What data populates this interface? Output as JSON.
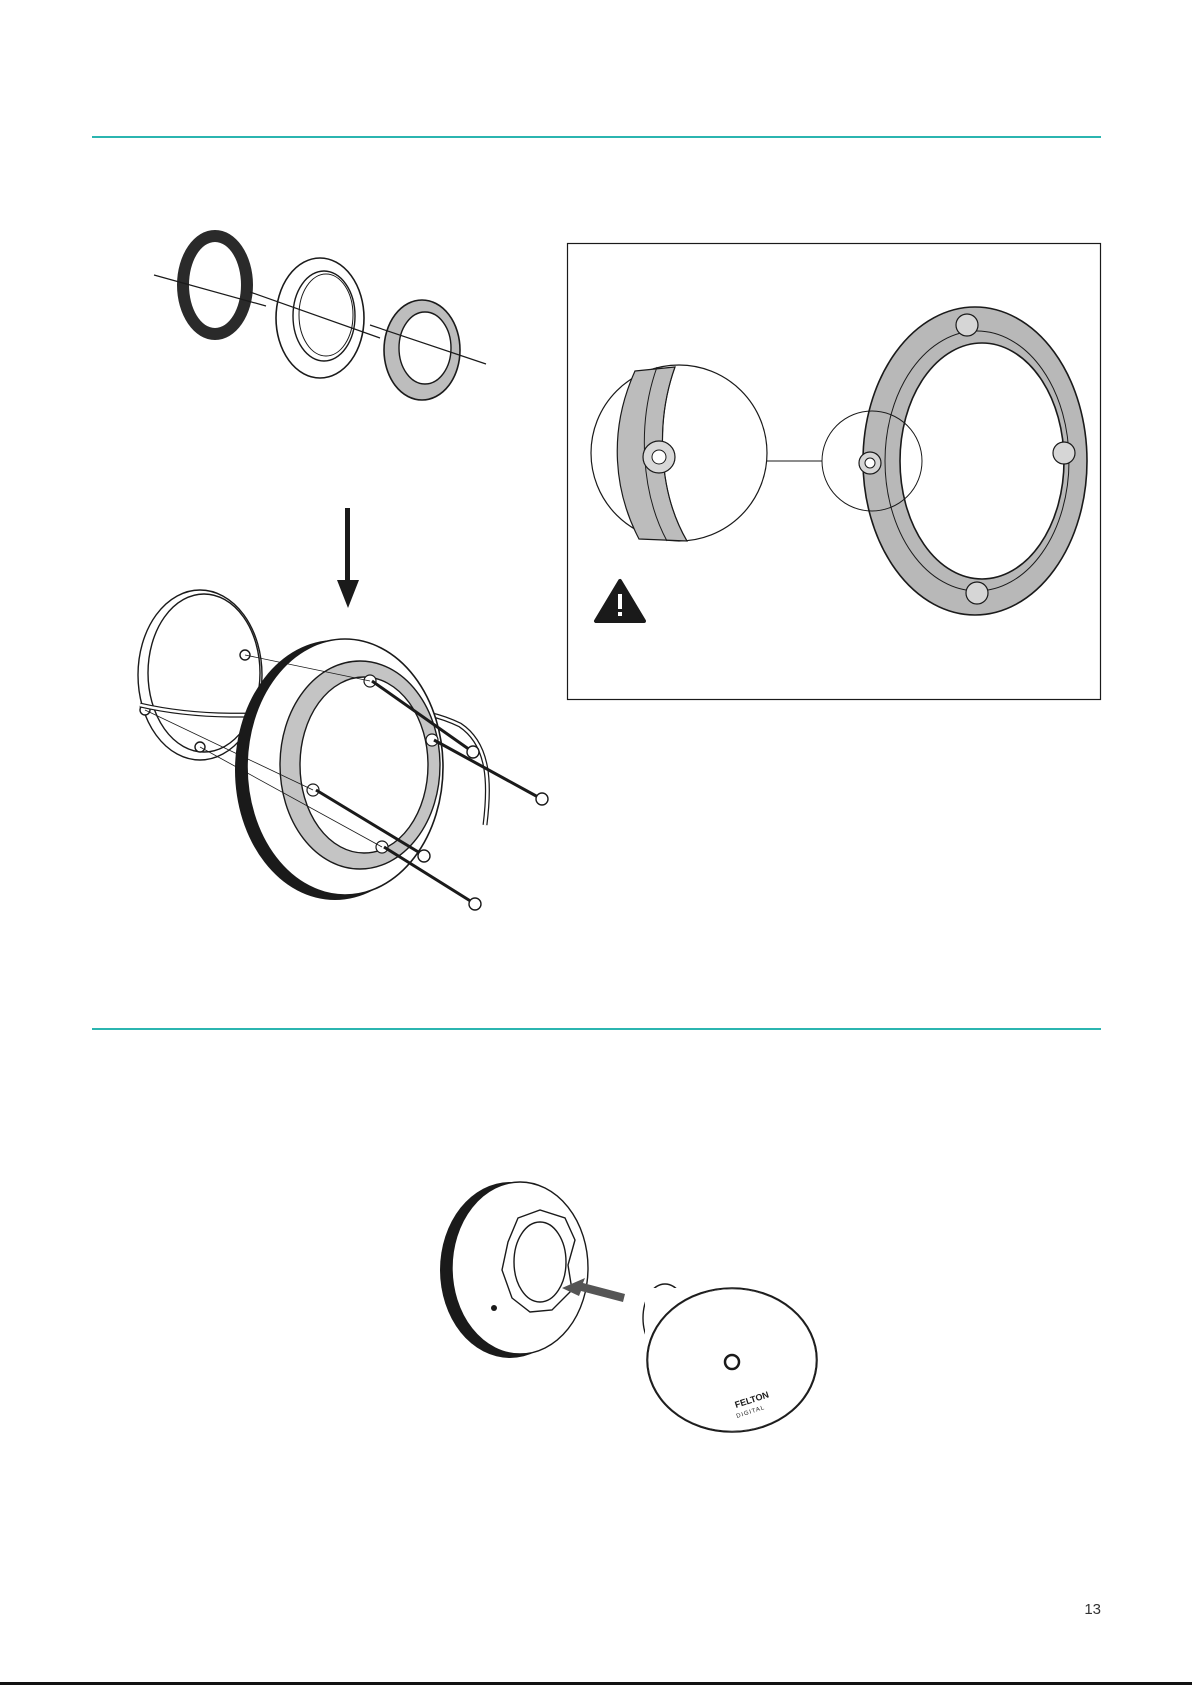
{
  "page": {
    "number": "13"
  },
  "figures": {
    "exploded_parts": {
      "parts": [
        "gasket",
        "trim-ring",
        "mounting-bracket"
      ]
    },
    "mounting": {
      "screws": 4
    },
    "detail_panel": {
      "warning_icon": "warning-triangle-icon"
    },
    "final_step": {
      "logo_text": "FELTON\nDIGITAL"
    }
  },
  "colors": {
    "accent_rule": "#2bb5b0",
    "line": "#1a1a1a",
    "bracket_fill": "#b8b8b8"
  }
}
